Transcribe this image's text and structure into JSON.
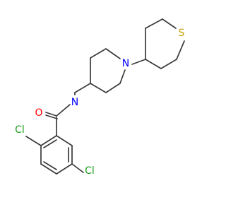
{
  "molecule": {
    "atoms": [
      {
        "id": "O1",
        "label": "O",
        "color": "#ff0000"
      },
      {
        "id": "N1",
        "label": "N",
        "color": "#0000ff"
      },
      {
        "id": "N2",
        "label": "N",
        "color": "#0000ff"
      },
      {
        "id": "S1",
        "label": "S",
        "color": "#c8a000"
      },
      {
        "id": "CL1",
        "label": "Cl",
        "color": "#1fa01f"
      },
      {
        "id": "CL2",
        "label": "Cl",
        "color": "#1fa01f"
      }
    ],
    "bond_color": "#3a3a3a"
  }
}
